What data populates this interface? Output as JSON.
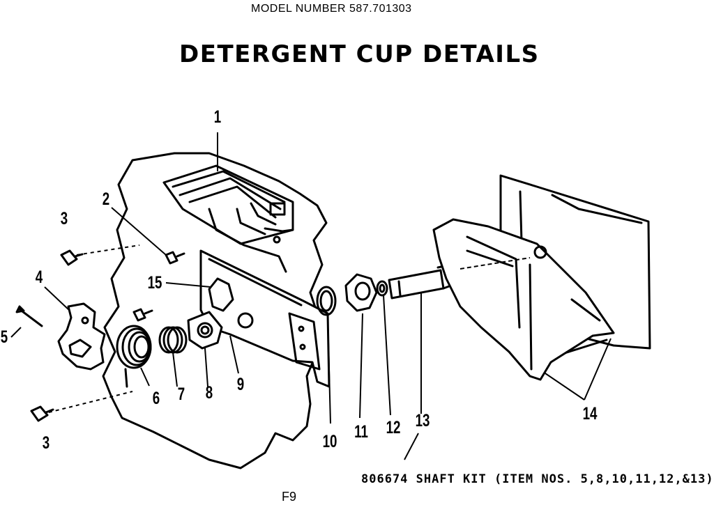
{
  "header": {
    "model_number": "MODEL NUMBER 587.701303",
    "title": "DETERGENT CUP DETAILS"
  },
  "callouts": [
    "1",
    "2",
    "3",
    "4",
    "5",
    "6",
    "7",
    "8",
    "9",
    "10",
    "11",
    "12",
    "13",
    "14",
    "15",
    "3"
  ],
  "footer": {
    "kit_note": "806674 SHAFT KIT (ITEM NOS. 5,8,10,11,12,&13)",
    "drawing_code": "F9"
  }
}
